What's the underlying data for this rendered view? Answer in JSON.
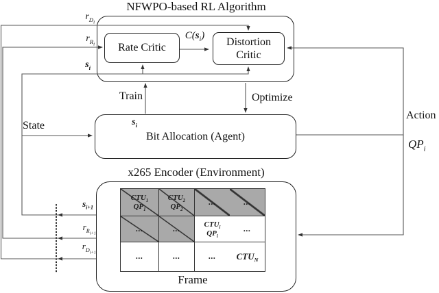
{
  "titles": {
    "rl": "NFWPO-based RL Algorithm",
    "encoder": "x265 Encoder (Environment)"
  },
  "boxes": {
    "rate_critic": "Rate Critic",
    "distortion_line1": "Distortion",
    "distortion_line2": "Critic",
    "agent": "Bit Allocation (Agent)"
  },
  "labels": {
    "state": "State",
    "train": "Train",
    "optimize": "Optimize",
    "action": "Action",
    "frame": "Frame"
  },
  "math": {
    "r_d_i": {
      "base": "r",
      "sub": "D",
      "subsub": "i"
    },
    "r_r_i": {
      "base": "r",
      "sub": "R",
      "subsub": "i"
    },
    "s_i": {
      "base": "s",
      "sub": "i"
    },
    "s_i_state": {
      "base": "s",
      "sub": "i"
    },
    "c_of_s": {
      "func": "C(",
      "arg": "s",
      "sub": "i",
      "close": ")"
    },
    "qp_i": {
      "base": "QP",
      "sub": "i"
    },
    "s_i_plus1": {
      "base": "s",
      "sub": "i+1"
    },
    "r_r_i_plus1": {
      "base": "r",
      "sub": "R",
      "subsub": "i+1"
    },
    "r_d_i_plus1": {
      "base": "r",
      "sub": "D",
      "subsub": "i+1"
    }
  },
  "frame_grid": {
    "r1c1": {
      "top": "CTU",
      "top_sub": "1",
      "bot": "QP",
      "bot_sub": "1"
    },
    "r1c2": {
      "top": "CTU",
      "top_sub": "2",
      "bot": "QP",
      "bot_sub": "2"
    },
    "r1c3_dots_a": "...",
    "r1c3_dots_b": "...",
    "r2c1": "...",
    "r2c2": "...",
    "r2c3": {
      "top": "CTU",
      "top_sub": "i",
      "bot": "QP",
      "bot_sub": "i"
    },
    "r2c3_dots": "...",
    "r3c1": "...",
    "r3c2": "...",
    "r3c3_dots": "...",
    "r3c4": {
      "base": "CTU",
      "sub": "N"
    }
  },
  "colors": {
    "line": "#555555",
    "arrow": "#333333",
    "box_border": "#222222",
    "gray_cell": "#a9a9a9",
    "text": "#111111",
    "background": "#ffffff"
  }
}
